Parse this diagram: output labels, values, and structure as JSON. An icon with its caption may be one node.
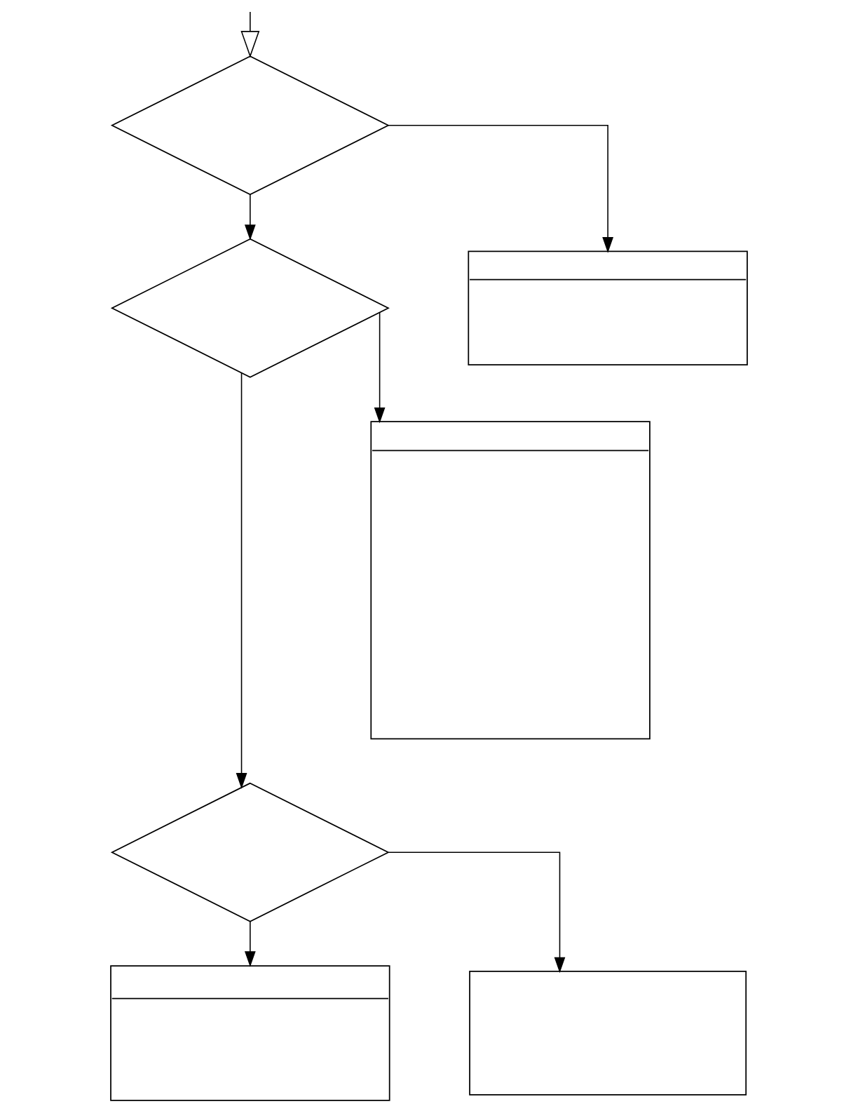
{
  "diagram": {
    "nodes": [
      {
        "text": [],
        "shape": "diamond"
      },
      {
        "text": [],
        "shape": "box"
      },
      {
        "text": [],
        "shape": "diamond"
      },
      {
        "text": [],
        "shape": "box"
      },
      {
        "text": [],
        "shape": "diamond"
      },
      {
        "text": [],
        "shape": "box"
      },
      {
        "text": [],
        "shape": "box"
      }
    ],
    "edges": [
      {
        "from": null,
        "to": 0,
        "arrow": "to"
      },
      {
        "from": 0,
        "to": 1,
        "arrow": "to"
      },
      {
        "from": 0,
        "to": 2,
        "arrow": "to"
      },
      {
        "from": 2,
        "to": 3,
        "arrow": "to"
      },
      {
        "from": 2,
        "to": 4,
        "arrow": "to"
      },
      {
        "from": 4,
        "to": 5,
        "arrow": "to"
      },
      {
        "from": 4,
        "to": 6,
        "arrow": "to"
      }
    ]
  }
}
